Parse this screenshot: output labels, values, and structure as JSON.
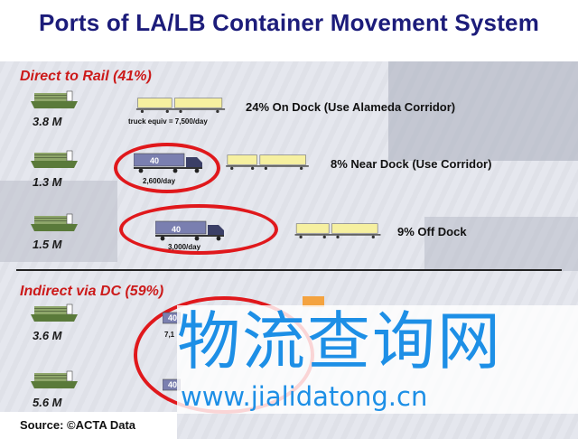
{
  "title": "Ports of LA/LB Container Movement System",
  "sections": {
    "direct": {
      "heading": "Direct  to Rail (41%)"
    },
    "indirect": {
      "heading": "Indirect  via DC (59%)"
    }
  },
  "rows": [
    {
      "volume": "3.8 M",
      "label": "24% On Dock (Use Alameda Corridor)",
      "truck_note": "truck equiv = 7,500/day"
    },
    {
      "volume": "1.3 M",
      "label": "8% Near Dock (Use Corridor)",
      "truck_count": "2,600/day",
      "trailer_number": "40"
    },
    {
      "volume": "1.5 M",
      "label": "9% Off Dock",
      "truck_count": "3,000/day",
      "trailer_number": "40"
    },
    {
      "volume": "3.6 M",
      "partial_text": "7,1",
      "trailer_number": "40"
    },
    {
      "volume": "5.6 M",
      "trailer_number": "40"
    }
  ],
  "watermark": {
    "chinese": "物流查询网",
    "url": "www.jialidatong.cn"
  },
  "source": "Source: ©ACTA Data",
  "colors": {
    "title": "#1c1c7a",
    "section": "#cc1a1a",
    "circle": "#e0181c",
    "watermark": "#1d8fe6",
    "rail_container": "#f6f0a0",
    "ship_hull": "#5a7a3a"
  }
}
